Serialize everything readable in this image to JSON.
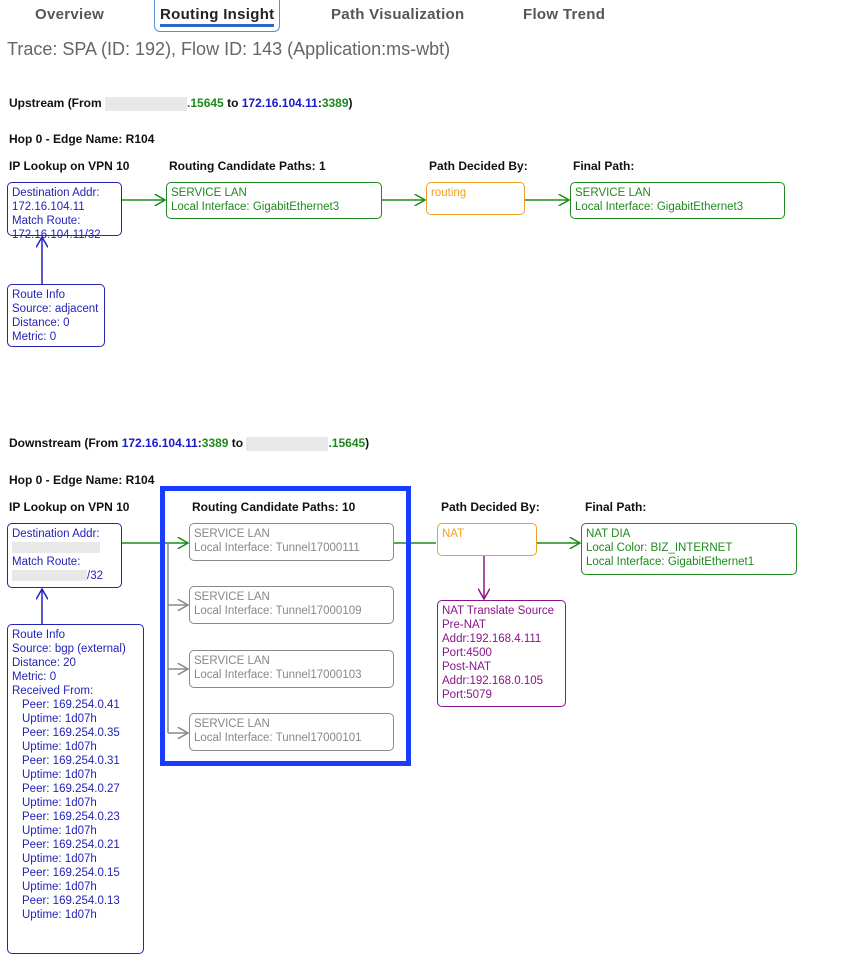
{
  "tabs": [
    "Overview",
    "Routing Insight",
    "Path Visualization",
    "Flow Trend"
  ],
  "active_tab": "Routing Insight",
  "trace_title": "Trace: SPA (ID: 192), Flow ID: 143 (Application:ms-wbt)",
  "upstream": {
    "heading_prefix": "Upstream (From ",
    "src_port": ".15645",
    "to": " to ",
    "dst_ip": "172.16.104.11",
    ":": ":",
    "dst_port": "3389",
    "close": ")",
    "hop": "Hop 0 - Edge Name: R104",
    "ip_lookup": "IP Lookup on VPN 10",
    "candidates_label": "Routing Candidate Paths: 1",
    "decided_label": "Path Decided By:",
    "final_label": "Final Path:",
    "dest": [
      "Destination Addr:",
      "172.16.104.11",
      "Match Route:",
      "172.16.104.11/32"
    ],
    "route_info": [
      "Route Info",
      "Source: adjacent",
      "Distance: 0",
      "Metric: 0"
    ],
    "candidate": [
      "SERVICE LAN",
      "Local Interface: GigabitEthernet3"
    ],
    "decided": "routing",
    "final": [
      "SERVICE LAN",
      "Local Interface: GigabitEthernet3"
    ]
  },
  "downstream": {
    "heading_prefix": "Downstream (From ",
    "src_ip": "172.16.104.11",
    "colon": ":",
    "src_port": "3389",
    "to": " to ",
    "dst_port": ".15645",
    "close": ")",
    "hop": "Hop 0 - Edge Name: R104",
    "ip_lookup": "IP Lookup on VPN 10",
    "candidates_label": "Routing Candidate Paths: 10",
    "decided_label": "Path Decided By:",
    "final_label": "Final Path:",
    "dest": {
      "addr_label": "Destination Addr:",
      "route_label": "Match Route:",
      "route_suffix": "/32"
    },
    "route_info": [
      "Route Info",
      "Source: bgp (external)",
      "Distance: 20",
      "Metric: 0",
      "Received From:"
    ],
    "peers": [
      {
        "peer": "Peer: 169.254.0.41",
        "uptime": "Uptime: 1d07h"
      },
      {
        "peer": "Peer: 169.254.0.35",
        "uptime": "Uptime: 1d07h"
      },
      {
        "peer": "Peer: 169.254.0.31",
        "uptime": "Uptime: 1d07h"
      },
      {
        "peer": "Peer: 169.254.0.27",
        "uptime": "Uptime: 1d07h"
      },
      {
        "peer": "Peer: 169.254.0.23",
        "uptime": "Uptime: 1d07h"
      },
      {
        "peer": "Peer: 169.254.0.21",
        "uptime": "Uptime: 1d07h"
      },
      {
        "peer": "Peer: 169.254.0.15",
        "uptime": "Uptime: 1d07h"
      },
      {
        "peer": "Peer: 169.254.0.13",
        "uptime": "Uptime: 1d07h"
      }
    ],
    "candidates": [
      [
        "SERVICE LAN",
        "Local Interface: Tunnel17000111"
      ],
      [
        "SERVICE LAN",
        "Local Interface: Tunnel17000109"
      ],
      [
        "SERVICE LAN",
        "Local Interface: Tunnel17000103"
      ],
      [
        "SERVICE LAN",
        "Local Interface: Tunnel17000101"
      ]
    ],
    "decided": "NAT",
    "nat": [
      "NAT Translate Source",
      "Pre-NAT",
      "Addr:192.168.4.111",
      "Port:4500",
      "Post-NAT",
      "Addr:192.168.0.105",
      "Port:5079"
    ],
    "final": [
      "NAT DIA",
      "Local Color: BIZ_INTERNET",
      "Local Interface: GigabitEthernet1"
    ]
  },
  "colors": {
    "blue": "#2323b8",
    "green": "#1e8a1e",
    "orange": "#f0a020",
    "gray": "#888888",
    "purple": "#8a158a",
    "highlight": "#1a3cff"
  }
}
